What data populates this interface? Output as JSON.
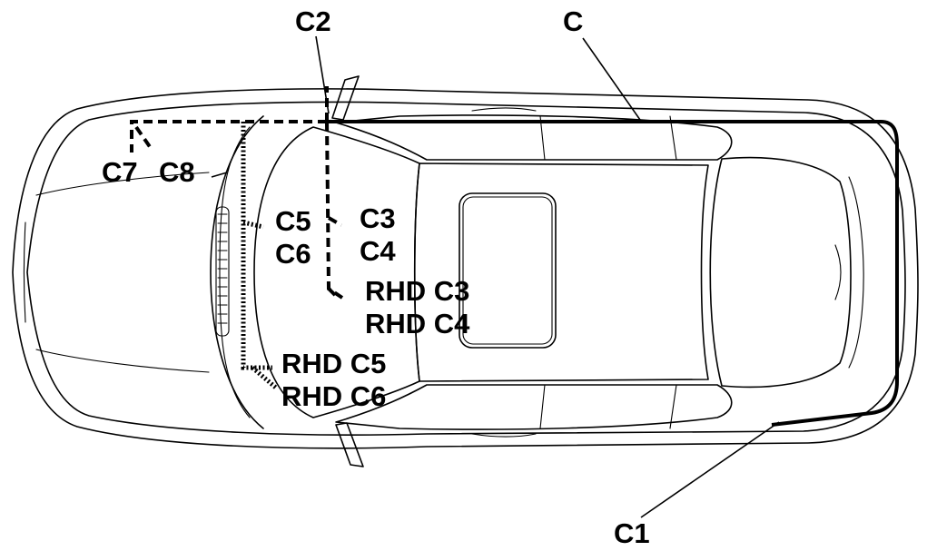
{
  "labels": {
    "c": "C",
    "c1": "C1",
    "c2": "C2",
    "c3": "C3",
    "c4": "C4",
    "c5": "C5",
    "c6": "C6",
    "c7": "C7",
    "c8": "C8",
    "rhd_c3": "RHD C3",
    "rhd_c4": "RHD C4",
    "rhd_c5": "RHD C5",
    "rhd_c6": "RHD C6"
  }
}
